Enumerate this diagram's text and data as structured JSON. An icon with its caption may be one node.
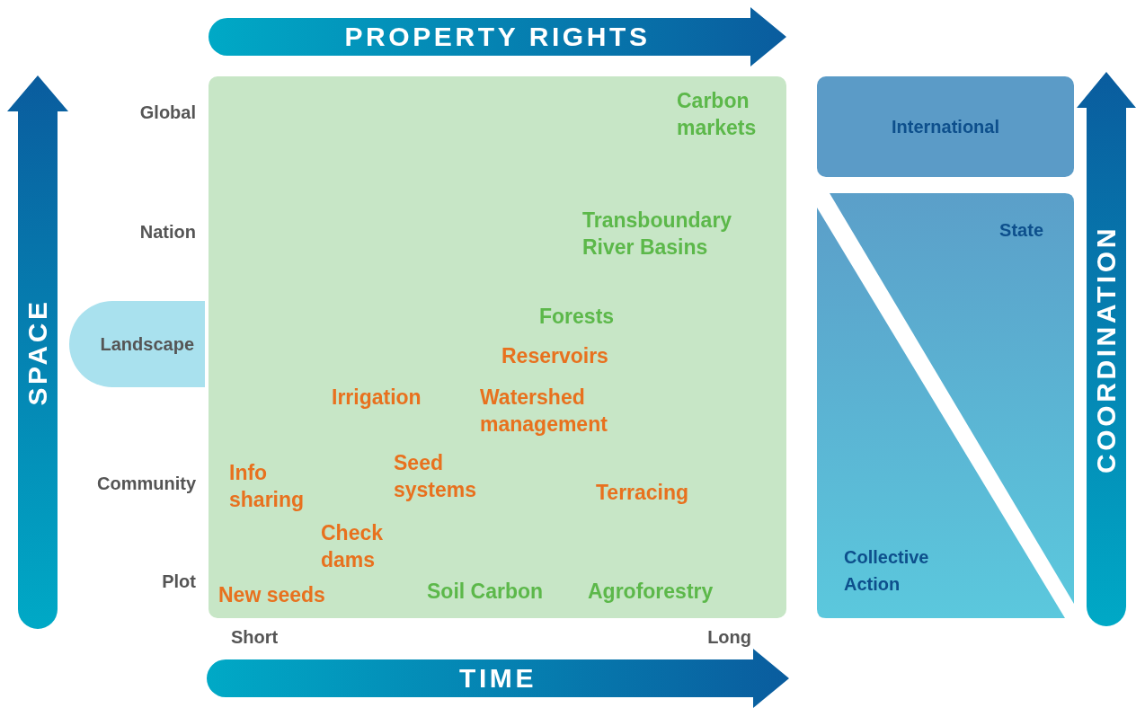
{
  "diagram": {
    "nodes": [
      {
        "text": [
          "PROPERTY RIGHTS"
        ]
      },
      {
        "text": [
          "SPACE"
        ]
      },
      {
        "text": [
          "Landscape"
        ]
      },
      {
        "text": [
          "Carbon markets",
          "Transboundary River Basins",
          "Forests",
          "Reservoirs",
          "Irrigation",
          "Watershed management",
          "Info sharing",
          "Seed systems",
          "Terracing",
          "Check dams",
          "New seeds",
          "Soil Carbon",
          "Agroforestry"
        ]
      },
      {
        "text": [
          "International"
        ]
      },
      {
        "text": [
          "State",
          "Collective Action"
        ]
      },
      {
        "text": [
          "COORDINATION"
        ]
      },
      {
        "text": [
          "TIME"
        ]
      }
    ],
    "labels": [
      "Global",
      "Nation",
      "Community",
      "Plot",
      "Short",
      "Long"
    ]
  }
}
